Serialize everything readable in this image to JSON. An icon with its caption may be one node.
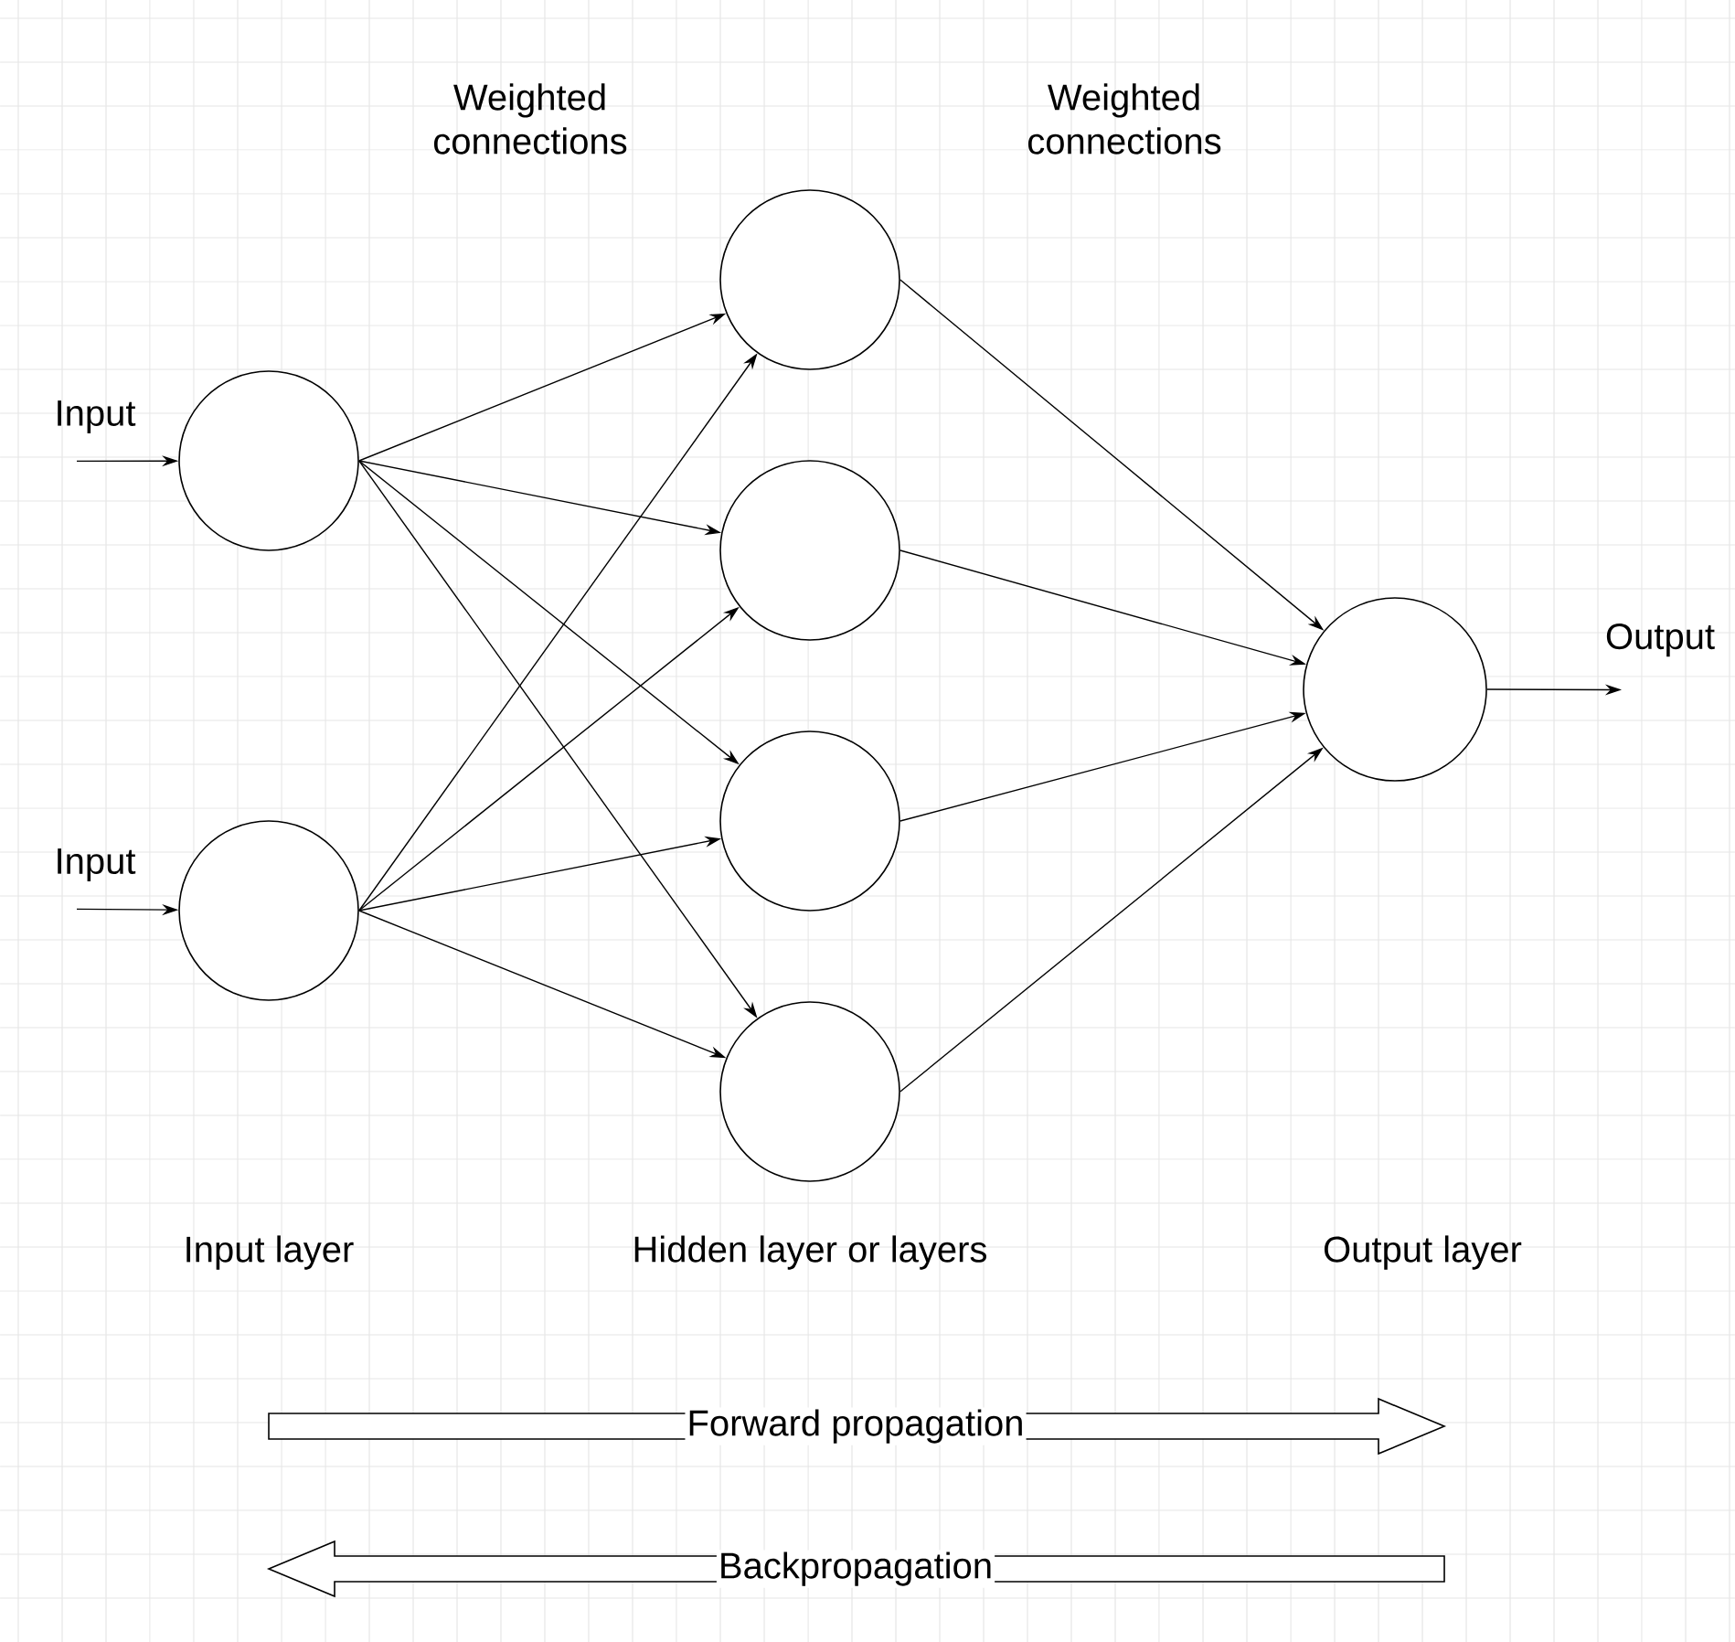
{
  "diagram": {
    "nodes": [
      {
        "text": [],
        "shape": "circle"
      },
      {
        "text": [],
        "shape": "circle"
      },
      {
        "text": [],
        "shape": "circle"
      },
      {
        "text": [],
        "shape": "circle"
      },
      {
        "text": [],
        "shape": "circle"
      },
      {
        "text": [],
        "shape": "circle"
      },
      {
        "text": [],
        "shape": "circle"
      },
      {
        "text": [
          "Forward propagation"
        ]
      },
      {
        "text": [
          "Backpropagation"
        ]
      },
      {
        "text": [
          "Input"
        ]
      },
      {
        "text": [
          "Input"
        ]
      },
      {
        "text": [
          "Output"
        ]
      }
    ],
    "edges": [
      {
        "from": 9,
        "to": 0,
        "arrow": "to"
      },
      {
        "from": 10,
        "to": 1,
        "arrow": "to"
      },
      {
        "from": 0,
        "to": 2,
        "arrow": "to"
      },
      {
        "from": 0,
        "to": 3,
        "arrow": "to"
      },
      {
        "from": 0,
        "to": 4,
        "arrow": "to"
      },
      {
        "from": 0,
        "to": 5,
        "arrow": "to"
      },
      {
        "from": 1,
        "to": 2,
        "arrow": "to"
      },
      {
        "from": 1,
        "to": 3,
        "arrow": "to"
      },
      {
        "from": 1,
        "to": 4,
        "arrow": "to"
      },
      {
        "from": 1,
        "to": 5,
        "arrow": "to"
      },
      {
        "from": 2,
        "to": 6,
        "arrow": "to"
      },
      {
        "from": 3,
        "to": 6,
        "arrow": "to"
      },
      {
        "from": 4,
        "to": 6,
        "arrow": "to"
      },
      {
        "from": 5,
        "to": 6,
        "arrow": "to"
      },
      {
        "from": 6,
        "to": 11,
        "arrow": "to"
      }
    ],
    "labels": [
      "Weighted connections",
      "Weighted connections",
      "Input layer",
      "Hidden layer or layers",
      "Output layer"
    ]
  }
}
